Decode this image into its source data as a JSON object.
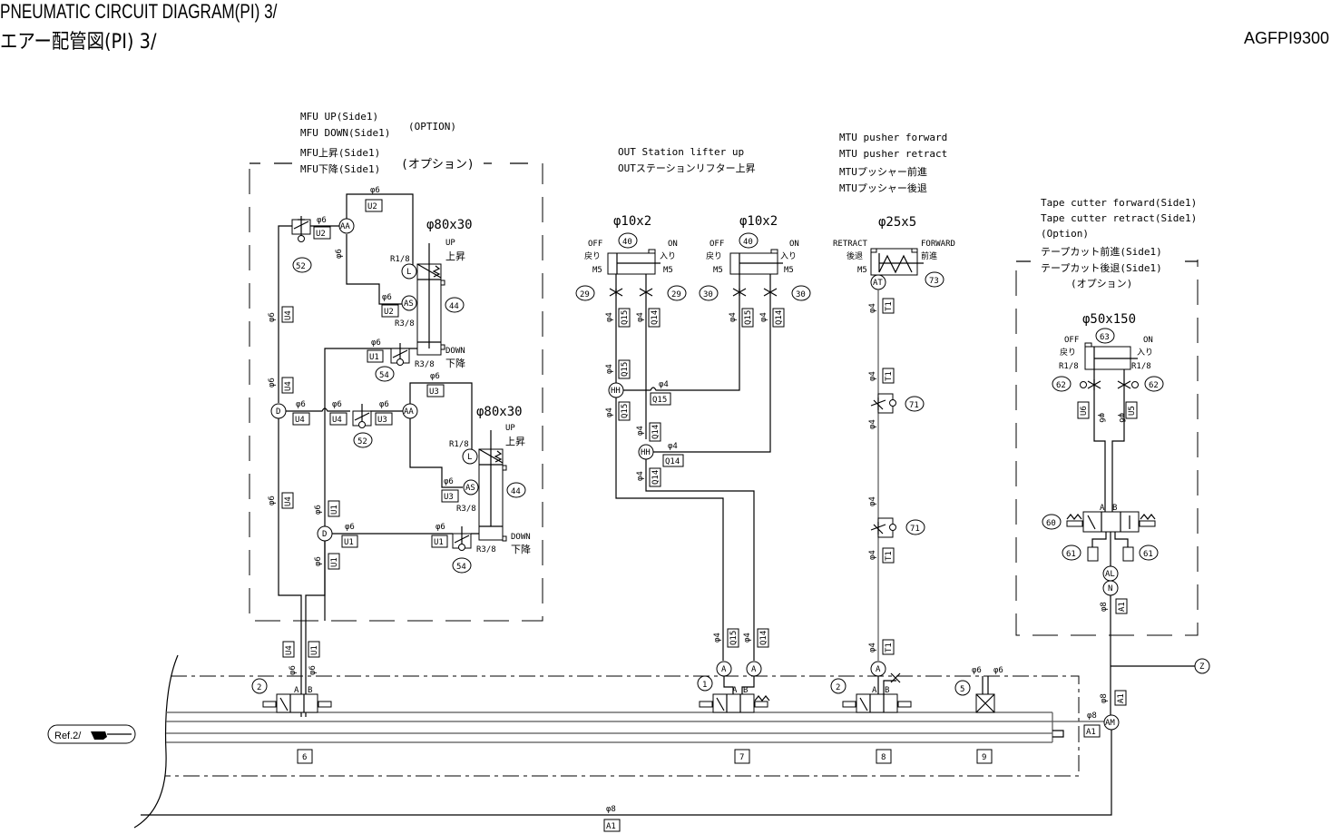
{
  "header": {
    "title_en": "PNEUMATIC CIRCUIT DIAGRAM(PI) 3/",
    "title_jp": "エアー配管図(PI) 3/",
    "doc_id": "AGFPI9300"
  },
  "groups": {
    "mfu": {
      "label_en_1": "MFU UP(Side1)",
      "label_en_2": "MFU DOWN(Side1)",
      "option_en": "(OPTION)",
      "label_jp_1": "MFU上昇(Side1)",
      "label_jp_2": "MFU下降(Side1)",
      "option_jp": "(オプション)",
      "cylinders": [
        {
          "size": "φ80x30",
          "up_en": "UP",
          "up_jp": "上昇",
          "down_en": "DOWN",
          "down_jp": "下降",
          "port_top": "R1/8",
          "port_bottom": "R3/8",
          "port_side": "R3/8",
          "ref": "44"
        },
        {
          "size": "φ80x30",
          "up_en": "UP",
          "up_jp": "上昇",
          "down_en": "DOWN",
          "down_jp": "下降",
          "port_top": "R1/8",
          "port_bottom": "R3/8",
          "port_side": "R3/8",
          "ref": "44"
        }
      ],
      "speed_controllers": [
        "52",
        "54",
        "52",
        "54"
      ],
      "fittings": [
        "AA",
        "L",
        "AS",
        "D",
        "AA",
        "L",
        "AS",
        "D"
      ]
    },
    "out_station": {
      "label_en": "OUT Station lifter up",
      "label_jp": "OUTステーションリフター上昇",
      "cylinders": [
        {
          "size": "φ10x2",
          "ref": "40",
          "off_en": "OFF",
          "off_jp": "戻り",
          "on_en": "ON",
          "on_jp": "入り",
          "port": "M5",
          "throttle_ref": "29"
        },
        {
          "size": "φ10x2",
          "ref": "40",
          "off_en": "OFF",
          "off_jp": "戻り",
          "on_en": "ON",
          "on_jp": "入り",
          "port": "M5",
          "throttle_ref": "30"
        }
      ],
      "fittings": [
        "HH",
        "HH",
        "A",
        "A"
      ]
    },
    "mtu": {
      "label_en_1": "MTU pusher forward",
      "label_en_2": "MTU pusher retract",
      "label_jp_1": "MTUプッシャー前進",
      "label_jp_2": "MTUプッシャー後退",
      "cylinder": {
        "size": "φ25x5",
        "retract_en": "RETRACT",
        "retract_jp": "後退",
        "forward_en": "FORWARD",
        "forward_jp": "前進",
        "port": "M5",
        "ref": "73"
      },
      "speed_controllers": [
        "71",
        "71"
      ],
      "fittings": [
        "AT",
        "A"
      ]
    },
    "tape_cutter": {
      "label_en_1": "Tape cutter forward(Side1)",
      "label_en_2": "Tape cutter retract(Side1)",
      "option_en": "(Option)",
      "label_jp_1": "テープカット前進(Side1)",
      "label_jp_2": "テープカット後退(Side1)",
      "option_jp": "(オプション)",
      "cylinder": {
        "size": "φ50x150",
        "ref": "63",
        "off_en": "OFF",
        "off_jp": "戻り",
        "on_en": "ON",
        "on_jp": "入り",
        "port": "R1/8"
      },
      "speed_controller_ref": "62",
      "valve_ref": "60",
      "silencer_ref": "61",
      "fittings": [
        "AL",
        "N"
      ]
    }
  },
  "tubes": {
    "phi4": "φ4",
    "phi6": "φ6",
    "phi8": "φ8",
    "U1": "U1",
    "U2": "U2",
    "U3": "U3",
    "U4": "U4",
    "U5": "U5",
    "U6": "U6",
    "Q14": "Q14",
    "Q15": "Q15",
    "T1": "T1",
    "A1": "A1"
  },
  "manifold": {
    "stations": [
      "6",
      "7",
      "8",
      "9"
    ],
    "valve_refs": [
      "2",
      "1",
      "2",
      "5"
    ],
    "port_a": "A",
    "port_b": "B",
    "main_fitting": "AM",
    "connector": "Z"
  },
  "reference": {
    "label": "Ref.2/"
  }
}
